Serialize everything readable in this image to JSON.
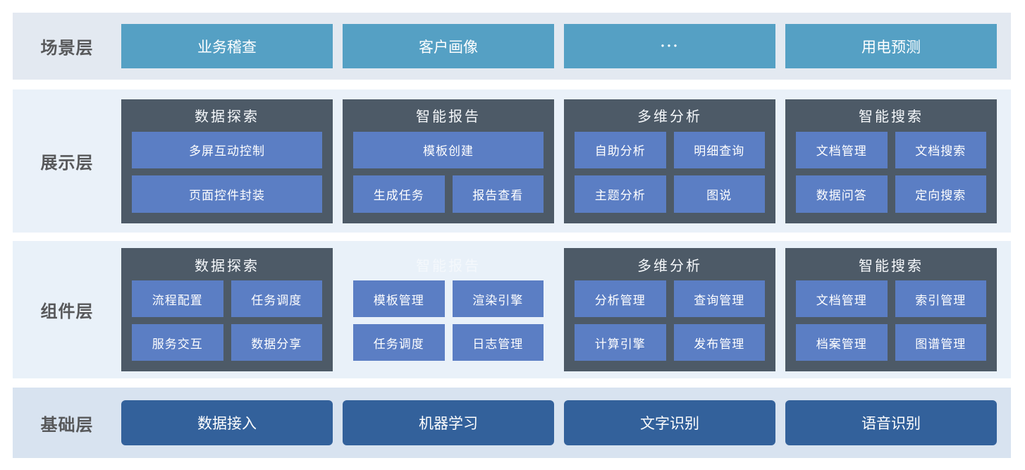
{
  "colors": {
    "scene_box": "#55A0C4",
    "group_container": "#4D5A67",
    "item_box": "#5B7EC4",
    "base_box": "#33619B",
    "row_scene_bg": "#E3E9F1",
    "row_display_bg": "#EAF1F9",
    "row_component_bg": "#E9F1F9",
    "row_base_bg": "#D8E3F0",
    "label_text": "#57585A"
  },
  "layers": [
    {
      "label": "场景层",
      "boxes": [
        "业务稽查",
        "客户画像",
        "···",
        "用电预测"
      ]
    },
    {
      "label": "展示层",
      "groups": [
        {
          "title": "数据探索",
          "rows": [
            [
              "多屏互动控制"
            ],
            [
              "页面控件封装"
            ]
          ]
        },
        {
          "title": "智能报告",
          "rows": [
            [
              "模板创建"
            ],
            [
              "生成任务",
              "报告查看"
            ]
          ]
        },
        {
          "title": "多维分析",
          "rows": [
            [
              "自助分析",
              "明细查询"
            ],
            [
              "主题分析",
              "图说"
            ]
          ]
        },
        {
          "title": "智能搜索",
          "rows": [
            [
              "文档管理",
              "文档搜索"
            ],
            [
              "数据问答",
              "定向搜索"
            ]
          ]
        }
      ]
    },
    {
      "label": "组件层",
      "groups": [
        {
          "title": "数据探索",
          "rows": [
            [
              "流程配置",
              "任务调度"
            ],
            [
              "服务交互",
              "数据分享"
            ]
          ]
        },
        {
          "title": "智能报告",
          "rows": [
            [
              "模板管理",
              "渲染引擎"
            ],
            [
              "任务调度",
              "日志管理"
            ]
          ]
        },
        {
          "title": "多维分析",
          "rows": [
            [
              "分析管理",
              "查询管理"
            ],
            [
              "计算引擎",
              "发布管理"
            ]
          ]
        },
        {
          "title": "智能搜索",
          "rows": [
            [
              "文档管理",
              "索引管理"
            ],
            [
              "档案管理",
              "图谱管理"
            ]
          ]
        }
      ]
    },
    {
      "label": "基础层",
      "boxes": [
        "数据接入",
        "机器学习",
        "文字识别",
        "语音识别"
      ]
    }
  ]
}
